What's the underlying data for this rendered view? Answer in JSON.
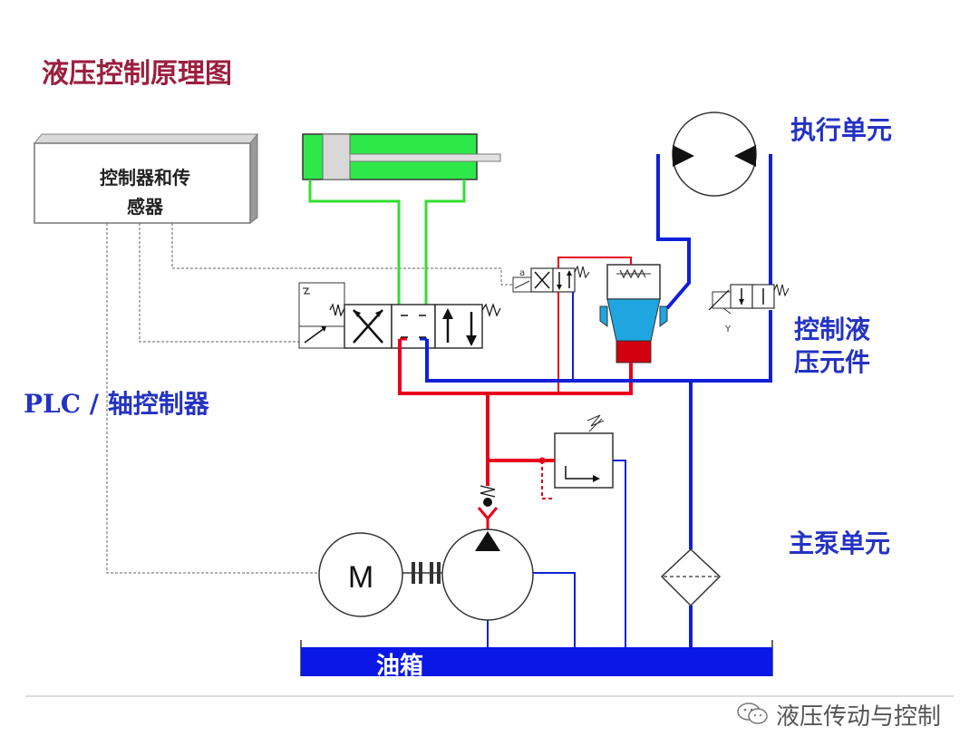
{
  "title": "液压控制原理图",
  "controller_label_line1": "控制器和传",
  "controller_label_line2": "感器",
  "plc_label": "PLC / 轴控制器",
  "actuator_label": "执行单元",
  "control_elements_label_line1": "控制液",
  "control_elements_label_line2": "压元件",
  "pump_unit_label": "主泵单元",
  "motor_label": "M",
  "tank_label": "油箱",
  "valve_port_a": "a",
  "valve_port_y": "Y",
  "footer_text": "液压传动与控制",
  "colors": {
    "title": "#9a1f3f",
    "label_blue": "#2433c2",
    "pressure_line": "#e8001c",
    "return_line": "#1020d8",
    "cylinder_line": "#33dd33",
    "cylinder_body": "#2ee84a"
  }
}
